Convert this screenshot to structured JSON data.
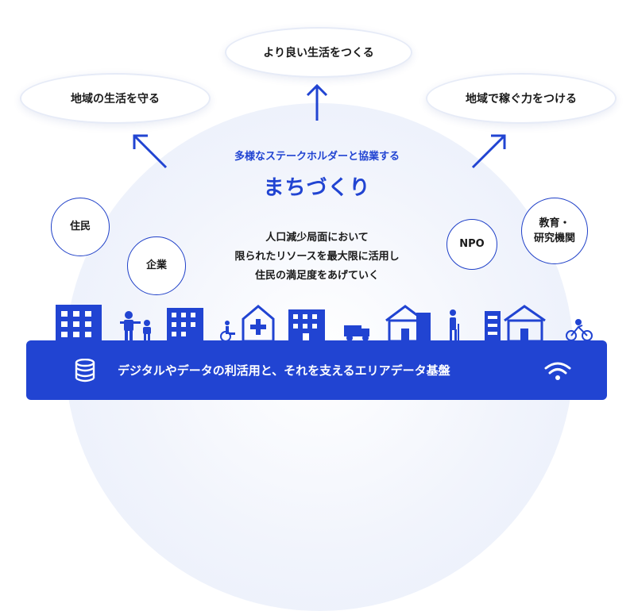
{
  "goals": {
    "top": "より良い生活をつくる",
    "left": "地域の生活を守る",
    "right": "地域で稼ぐ力をつける"
  },
  "center": {
    "subtitle": "多様なステークホルダーと協業する",
    "title": "まちづくり",
    "description": [
      "人口減少局面において",
      "限られたリソースを最大限に活用し",
      "住民の満足度をあげていく"
    ]
  },
  "stakeholders": {
    "residents": "住民",
    "companies": "企業",
    "npo": "NPO",
    "education_line1": "教育・",
    "education_line2": "研究機関"
  },
  "foundation": {
    "text": "デジタルやデータの利活用と、それを支えるエリアデータ基盤",
    "left_icon": "database-icon",
    "right_icon": "wifi-icon"
  },
  "colors": {
    "primary": "#2144d2",
    "text": "#1a1a1a"
  }
}
